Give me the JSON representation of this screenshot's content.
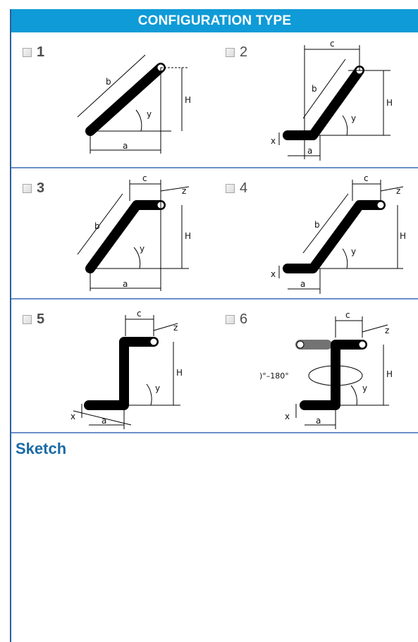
{
  "header": {
    "title": "CONFIGURATION  TYPE"
  },
  "options": [
    {
      "number": "1",
      "checked": false
    },
    {
      "number": "2",
      "checked": false
    },
    {
      "number": "3",
      "checked": false
    },
    {
      "number": "4",
      "checked": false
    },
    {
      "number": "5",
      "checked": false
    },
    {
      "number": "6",
      "checked": false
    }
  ],
  "labels": {
    "a": "a",
    "b": "b",
    "c": "c",
    "h": "H",
    "x": "x",
    "y": "y",
    "z": "z",
    "rotation": ")°–180°"
  },
  "sketch": {
    "title": "Sketch"
  },
  "colors": {
    "header_bg": "#0f9bd7",
    "border": "#2f5d9c",
    "sketch_title": "#1a6aa6"
  }
}
